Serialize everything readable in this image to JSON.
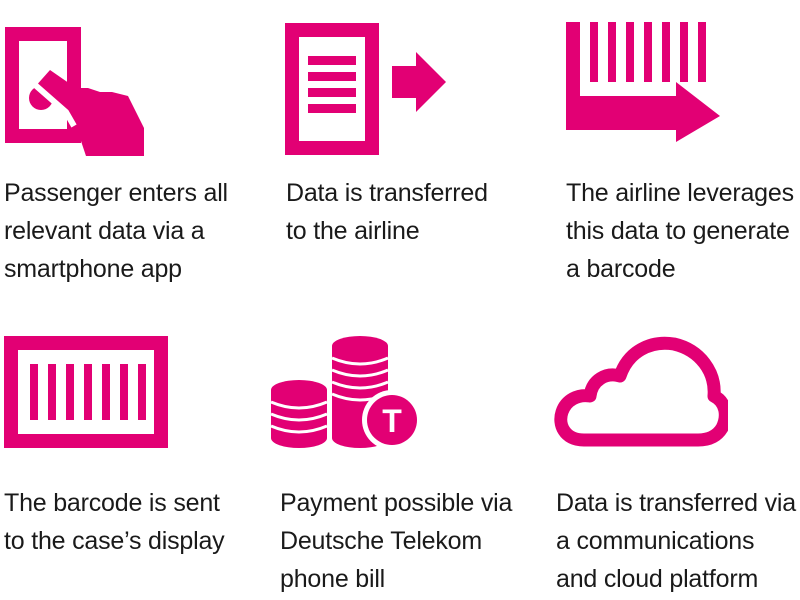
{
  "accent_color": "#e20074",
  "steps": [
    {
      "icon": "tapping-hand-on-tablet-icon",
      "lines": [
        "Passenger enters all",
        "relevant data via a",
        "smartphone app"
      ]
    },
    {
      "icon": "document-transfer-arrow-icon",
      "lines": [
        "Data is transferred",
        "to the airline"
      ]
    },
    {
      "icon": "barcode-generate-arrow-icon",
      "lines": [
        "The airline leverages",
        "this data to generate",
        "a barcode"
      ]
    },
    {
      "icon": "barcode-display-icon",
      "lines": [
        "The barcode is sent",
        "to the case’s display"
      ]
    },
    {
      "icon": "coins-telekom-icon",
      "lines": [
        "Payment possible via",
        "Deutsche Telekom",
        "phone bill"
      ],
      "badge": "T"
    },
    {
      "icon": "cloud-icon",
      "lines": [
        "Data is transferred via",
        "a communications",
        "and cloud platform"
      ]
    }
  ]
}
